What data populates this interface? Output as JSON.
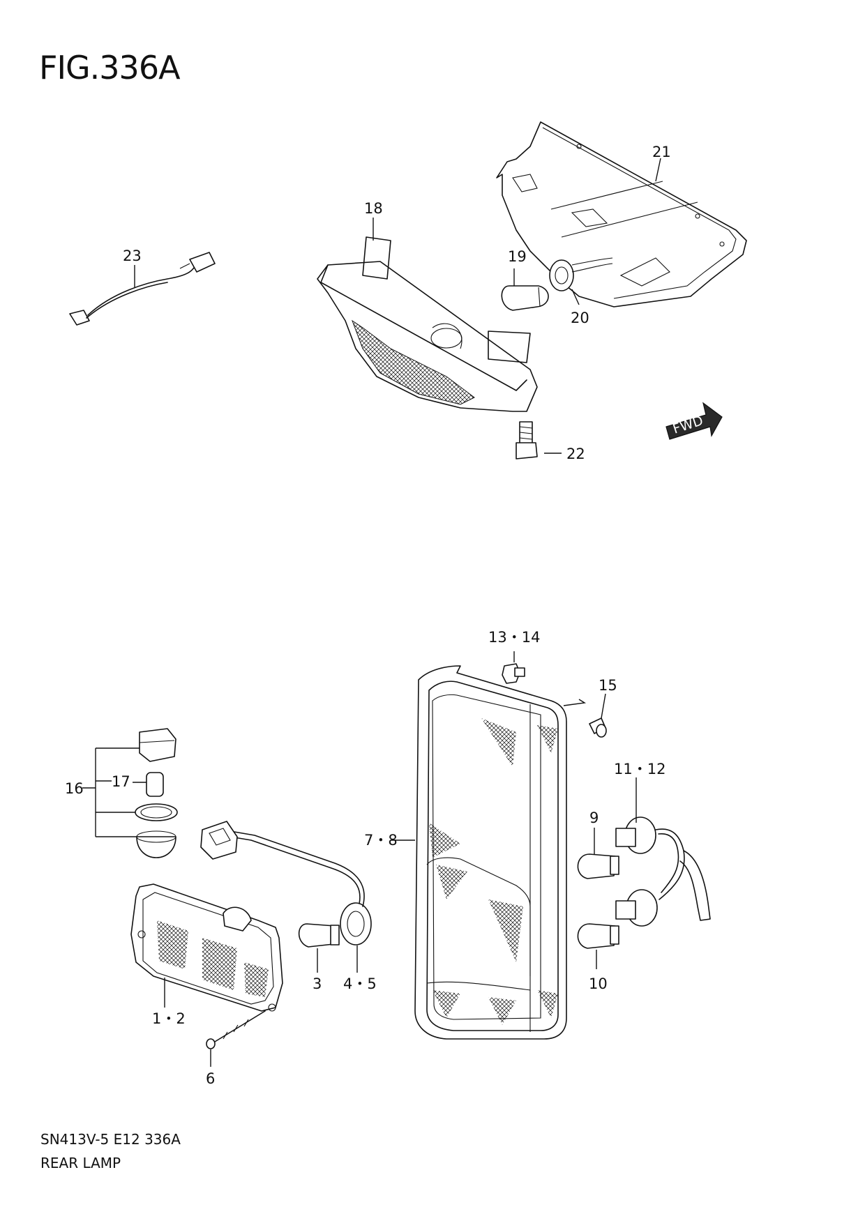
{
  "figure": {
    "title": "FIG.336A",
    "code": "SN413V-5 E12 336A",
    "name": "REAR LAMP",
    "fwd_label": "FWD"
  },
  "callouts": {
    "c21": "21",
    "c18": "18",
    "c23": "23",
    "c19": "19",
    "c20": "20",
    "c22": "22",
    "c13_14": "13・14",
    "c15": "15",
    "c11_12": "11・12",
    "c16": "16",
    "c17": "17",
    "c9": "9",
    "c7_8": "7・8",
    "c10": "10",
    "c3": "3",
    "c4_5": "4・5",
    "c1_2": "1・2",
    "c6": "6"
  }
}
